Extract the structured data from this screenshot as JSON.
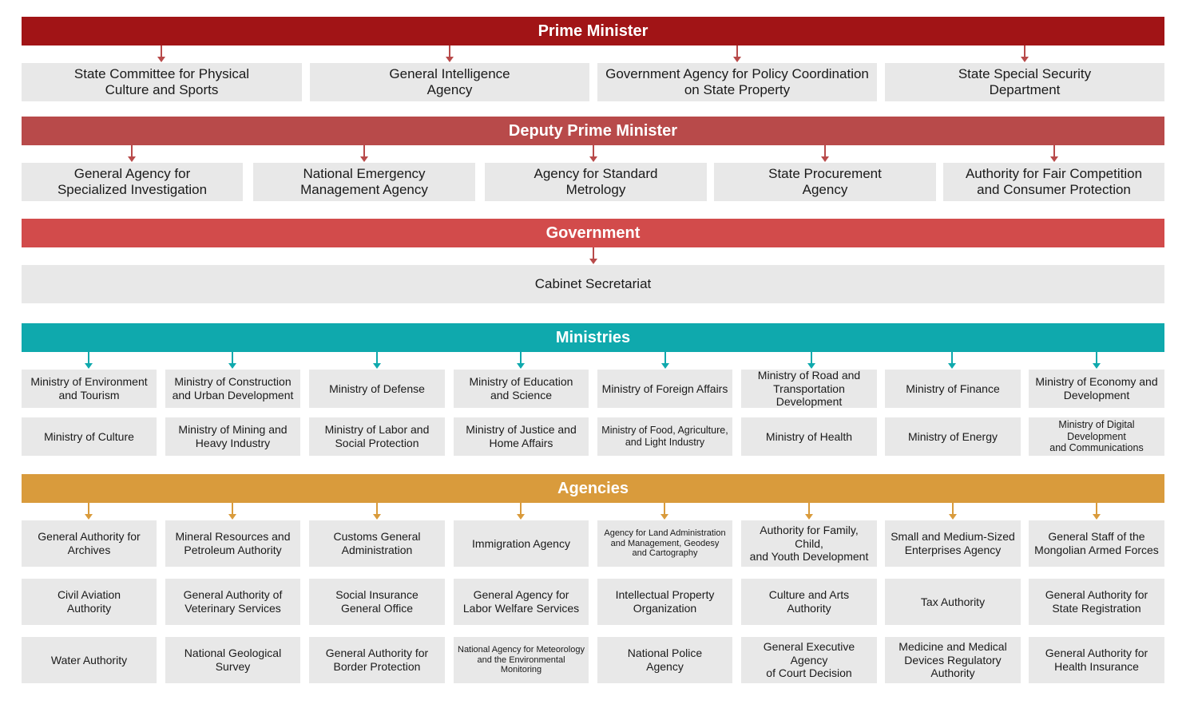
{
  "colors": {
    "prime_minister": "#a11416",
    "deputy_prime_minister": "#b84a4a",
    "government": "#d24b4b",
    "ministries": "#0fa9ad",
    "agencies": "#d99b3c",
    "box": "#e8e8e8"
  },
  "prime_minister": {
    "title": "Prime Minister",
    "items": [
      "State Committee for Physical\nCulture and Sports",
      "General Intelligence\nAgency",
      "Government Agency for Policy Coordination\non State Property",
      "State Special Security\nDepartment"
    ]
  },
  "deputy_prime_minister": {
    "title": "Deputy Prime Minister",
    "items": [
      "General Agency for\nSpecialized Investigation",
      "National Emergency\nManagement Agency",
      "Agency for Standard\nMetrology",
      "State Procurement\nAgency",
      "Authority for Fair Competition\nand Consumer Protection"
    ]
  },
  "government": {
    "title": "Government",
    "items": [
      "Cabinet Secretariat"
    ]
  },
  "ministries": {
    "title": "Ministries",
    "row1": [
      "Ministry of Environment\nand Tourism",
      "Ministry of Construction\nand Urban Development",
      "Ministry of Defense",
      "Ministry of Education\nand Science",
      "Ministry of Foreign Affairs",
      "Ministry of Road and\nTransportation Development",
      "Ministry of Finance",
      "Ministry of Economy and\nDevelopment"
    ],
    "row2": [
      "Ministry of Culture",
      "Ministry of Mining and\nHeavy Industry",
      "Ministry of Labor and\nSocial Protection",
      "Ministry of Justice and\nHome Affairs",
      "Ministry of Food, Agriculture,\nand Light Industry",
      "Ministry of Health",
      "Ministry of Energy",
      "Ministry of Digital Development\nand Communications"
    ]
  },
  "agencies": {
    "title": "Agencies",
    "row1": [
      "General Authority for\nArchives",
      "Mineral Resources and\nPetroleum Authority",
      "Customs General\nAdministration",
      "Immigration Agency",
      "Agency for Land Administration\nand Management, Geodesy\nand Cartography",
      "Authority for Family, Child,\nand Youth Development",
      "Small and Medium-Sized\nEnterprises Agency",
      "General Staff of the\nMongolian Armed Forces"
    ],
    "row2": [
      "Civil Aviation\nAuthority",
      "General Authority of\nVeterinary Services",
      "Social Insurance\nGeneral Office",
      "General Agency for\nLabor Welfare Services",
      "Intellectual Property\nOrganization",
      "Culture and Arts\nAuthority",
      "Tax Authority",
      "General Authority for\nState Registration"
    ],
    "row3": [
      "Water Authority",
      "National Geological\nSurvey",
      "General Authority for\nBorder Protection",
      "National Agency for Meteorology\nand the Environmental\nMonitoring",
      "National Police\nAgency",
      "General Executive Agency\nof Court Decision",
      "Medicine and Medical\nDevices Regulatory\nAuthority",
      "General Authority for\nHealth Insurance"
    ]
  }
}
